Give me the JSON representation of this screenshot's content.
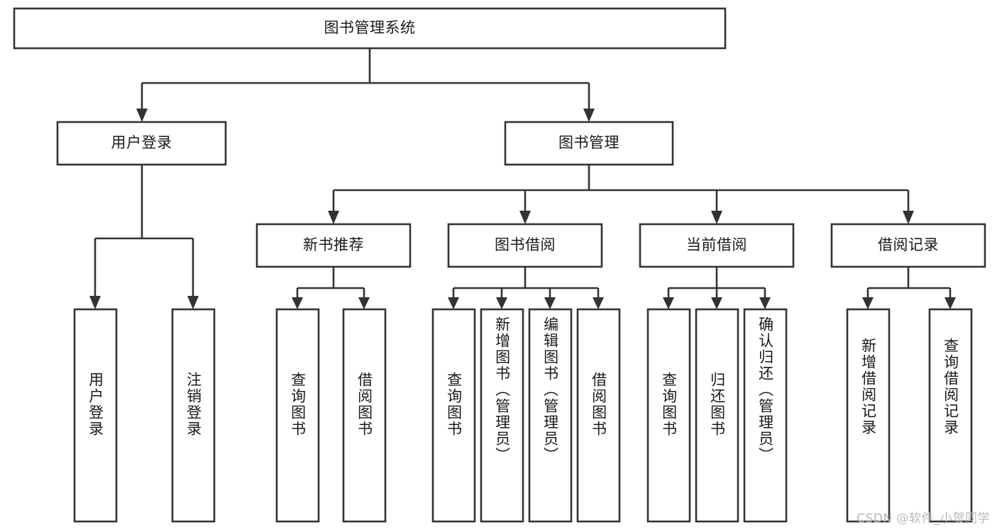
{
  "diagram": {
    "title": "图书管理系统",
    "watermark": "CSDN @软件_小贺同学",
    "accent_color": "#333333",
    "background_color": "#ffffff",
    "nodes": {
      "root": "图书管理系统",
      "level2": {
        "user_login": "用户登录",
        "book_management": "图书管理"
      },
      "level3": {
        "new_book_recommend": "新书推荐",
        "book_borrow": "图书借阅",
        "current_borrow": "当前借阅",
        "borrow_record": "借阅记录"
      },
      "leaves": {
        "user_login_1": "用户登录",
        "user_login_2": "注销登录",
        "new_book_1": "查询图书",
        "new_book_2": "借阅图书",
        "book_borrow_1": "查询图书",
        "book_borrow_2": "新增图书（管理员）",
        "book_borrow_3": "编辑图书（管理员）",
        "book_borrow_4": "借阅图书",
        "current_borrow_1": "查询图书",
        "current_borrow_2": "归还图书",
        "current_borrow_3": "确认归还（管理员）",
        "borrow_record_1": "新增借阅记录",
        "borrow_record_2": "查询借阅记录"
      }
    }
  }
}
